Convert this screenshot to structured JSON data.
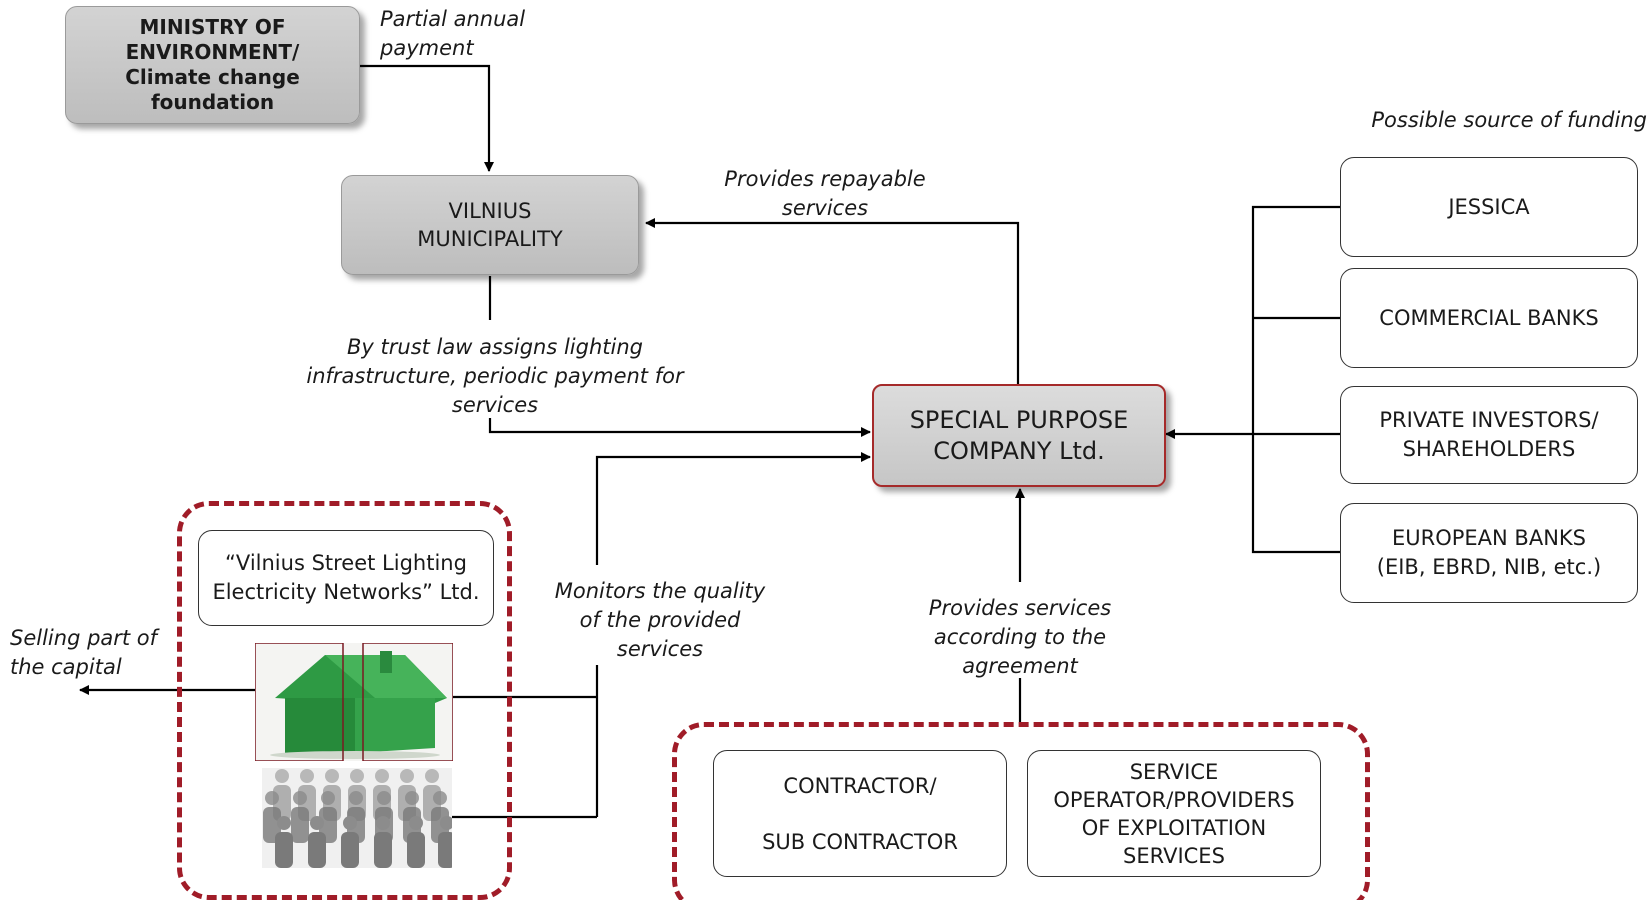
{
  "nodes": {
    "ministry": "MINISTRY OF\nENVIRONMENT/\nClimate change\nfoundation",
    "municipality": "VILNIUS\nMUNICIPALITY",
    "spc": "SPECIAL PURPOSE\nCOMPANY Ltd.",
    "jessica": "JESSICA",
    "commercial_banks": "COMMERCIAL BANKS",
    "private_investors": "PRIVATE INVESTORS/\nSHAREHOLDERS",
    "european_banks": "EUROPEAN BANKS\n(EIB, EBRD, NIB, etc.)",
    "vilnius_lighting": "“Vilnius Street Lighting\nElectricity Networks” Ltd.",
    "contractor": "CONTRACTOR/\n\nSUB CONTRACTOR",
    "service_operator": "SERVICE\nOPERATOR/PROVIDERS\nOF EXPLOITATION\nSERVICES"
  },
  "labels": {
    "partial_payment": "Partial annual\npayment",
    "repayable": "Provides repayable\nservices",
    "funding_source": "Possible source of funding",
    "trust_law": "By trust law assigns lighting\ninfrastructure, periodic payment for\nservices",
    "monitors": "Monitors the quality\nof the provided\nservices",
    "provides_services": "Provides services\naccording to the\nagreement",
    "selling": "Selling part of\nthe capital"
  },
  "colors": {
    "accent_red": "#a01c28",
    "box_gray": "#c8c8c8",
    "house_green": "#2e9a44"
  },
  "icons": {
    "house": "green-house-icon",
    "people": "crowd-of-people-icon"
  }
}
